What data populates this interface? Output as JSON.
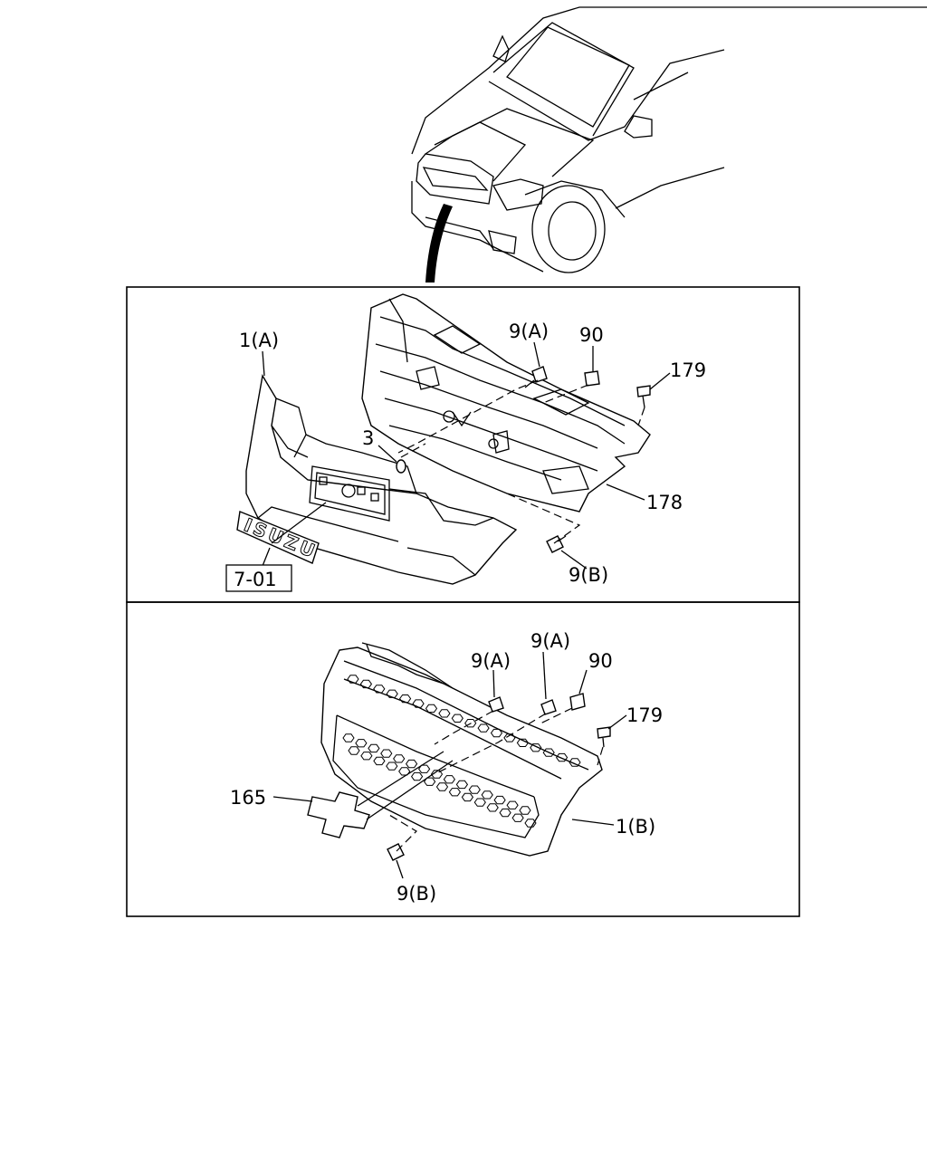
{
  "callouts": {
    "top": {
      "grille_1a": "1(A)",
      "bolt_9a": "9(A)",
      "clip_90": "90",
      "rivet_179": "179",
      "nut_3": "3",
      "bracket_178": "178",
      "bolt_9b": "9(B)",
      "emblem_ref": "7-01"
    },
    "bottom": {
      "bolt_9a_left": "9(A)",
      "bolt_9a_right": "9(A)",
      "clip_90": "90",
      "rivet_179": "179",
      "emblem_165": "165",
      "grille_1b": "1(B)",
      "bolt_9b": "9(B)"
    }
  },
  "emblem_text": "ISUZU"
}
